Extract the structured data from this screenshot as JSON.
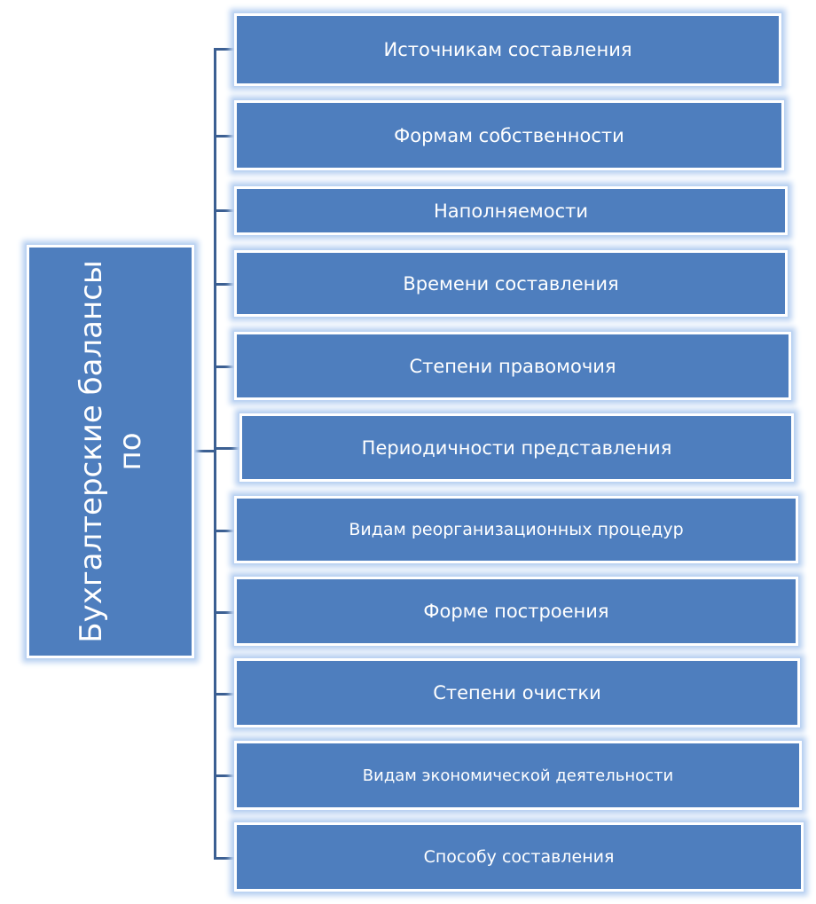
{
  "root": {
    "line1": "Бухгалтерские балансы",
    "line2": "по"
  },
  "items": [
    "Источникам составления",
    "Формам собственности",
    "Наполняемости",
    "Времени составления",
    "Степени правомочия",
    "Периодичности представления",
    "Видам реорганизационных процедур",
    "Форме построения",
    "Степени очистки",
    "Видам экономической деятельности",
    "Способу составления"
  ],
  "colors": {
    "box_fill": "#4e7ebe",
    "glow": "#bcd3f2",
    "connector": "#3b5f92"
  }
}
